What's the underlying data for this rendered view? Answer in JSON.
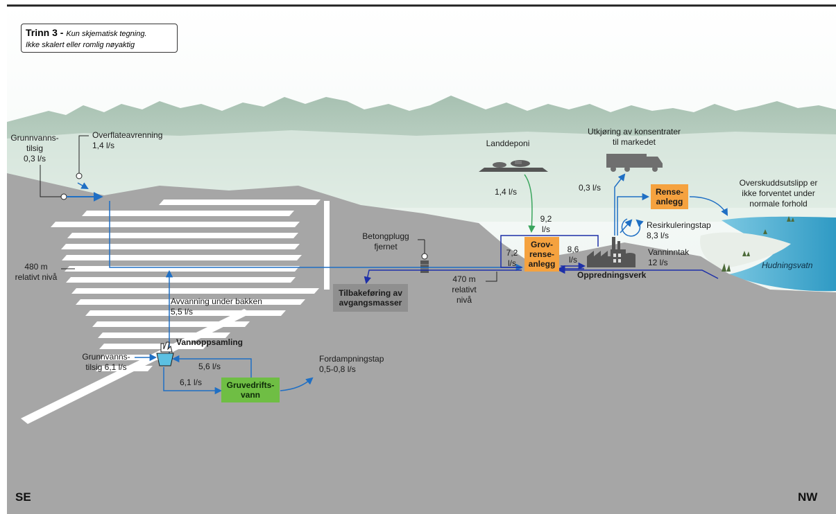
{
  "title": {
    "stage": "Trinn 3 -",
    "subtitle_line1": "Kun skjematisk tegning.",
    "subtitle_line2": "Ikke skalert eller romlig nøyaktig"
  },
  "labels": {
    "groundwater_top": "Grunnvanns-\ntilsig\n0,3 l/s",
    "surface_runoff": "Overflateavrenning\n1,4 l/s",
    "level_480": "480 m\nrelativt nivå",
    "level_470": "470 m\nrelativt\nnivå",
    "dewatering": "Avvanning under bakken\n5,5 l/s",
    "water_collection": "Vannoppsamling",
    "groundwater_bottom": "Grunnvanns-\ntilsig 6,1 l/s",
    "flow_5_6": "5,6 l/s",
    "flow_6_1": "6,1 l/s",
    "evaporation": "Fordampningstap\n0,5-0,8 l/s",
    "concrete_plug": "Betongplugg\nfjernet",
    "landfill": "Landdeponi",
    "flow_1_4": "1,4 l/s",
    "flow_9_2": "9,2\nl/s",
    "flow_7_2": "7,2\nl/s",
    "flow_8_6": "8,6\nl/s",
    "transport": "Utkjøring av konsentrater\ntil markedet",
    "flow_0_3": "0,3 l/s",
    "recirculation": "Resirkuleringstap\n8,3 l/s",
    "water_intake": "Vanninntak\n12 l/s",
    "processing_plant": "Oppredningsverk",
    "excess_discharge": "Overskuddsutslipp er\nikke forventet under\nnormale forhold",
    "lake": "Hudningsvatn",
    "se": "SE",
    "nw": "NW"
  },
  "boxes": {
    "coarse_treatment": "Grov-\nrense-\nanlegg",
    "treatment_plant": "Rense-\nanlegg",
    "mine_water": "Gruvedrifts-\nvann",
    "tailings_return": "Tilbakeføring av\navgangsmasser"
  },
  "colors": {
    "flow_line": "#1f6fc4",
    "dark_flow": "#1d2fa8",
    "landfill_flow": "#3aa55d",
    "orange_box": "#f5a23f",
    "green_box": "#6fbe44",
    "gray_box": "#8f8f8f",
    "lake": "#3ea6cc",
    "ground": "#a6a6a6"
  }
}
